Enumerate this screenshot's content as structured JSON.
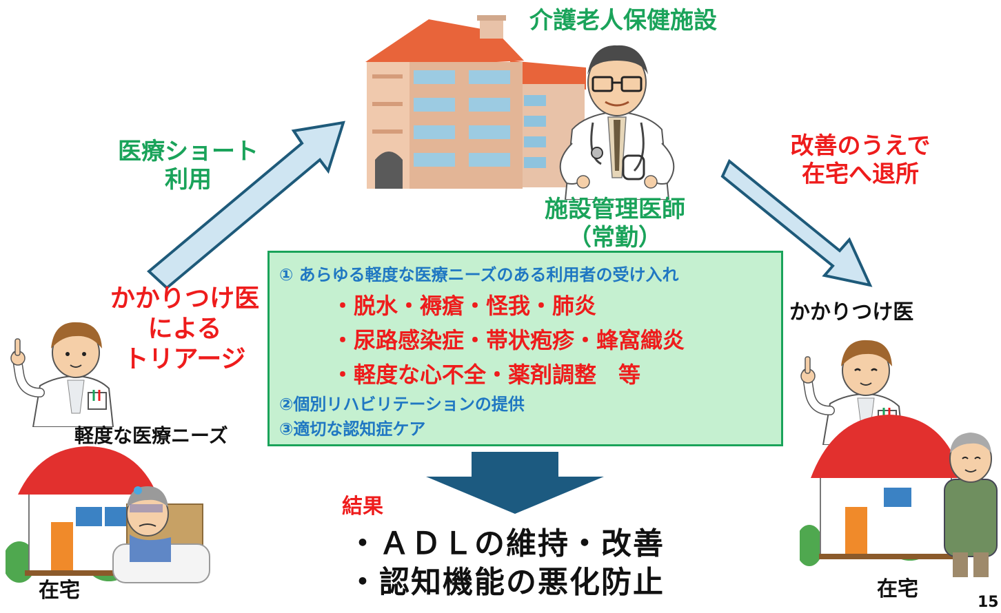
{
  "facility": {
    "title": "介護老人保健施設",
    "manager_line1": "施設管理医師",
    "manager_line2": "（常勤）"
  },
  "left_arrow_label": {
    "line1": "医療ショート",
    "line2": "利用"
  },
  "right_arrow_label": {
    "line1": "改善のうえで",
    "line2": "在宅へ退所"
  },
  "triage": {
    "line1": "かかりつけ医",
    "line2": "による",
    "line3": "トリアージ"
  },
  "left_side": {
    "needs_label": "軽度な医療ニーズ",
    "home_label": "在宅"
  },
  "right_side": {
    "doctor_label": "かかりつけ医",
    "home_label": "在宅"
  },
  "services_box": {
    "item1": "① あらゆる軽度な医療ニーズのある利用者の受け入れ",
    "sub1": "・脱水・褥瘡・怪我・肺炎",
    "sub2": "・尿路感染症・帯状疱疹・蜂窩織炎",
    "sub3": "・軽度な心不全・薬剤調整　等",
    "item2": "②個別リハビリテーションの提供",
    "item3": "③適切な認知症ケア"
  },
  "result": {
    "label": "結果",
    "outcome1": "・ＡＤＬの維持・改善",
    "outcome2": "・認知機能の悪化防止"
  },
  "page_number": "15",
  "colors": {
    "green_text": "#1aa35a",
    "red_text": "#ee1c1c",
    "blue_text": "#1f77c2",
    "box_fill": "#c5f0d0",
    "arrow_fill": "#cfe5f2",
    "arrow_stroke": "#1e5a7a",
    "down_arrow_fill": "#1c5a80"
  }
}
